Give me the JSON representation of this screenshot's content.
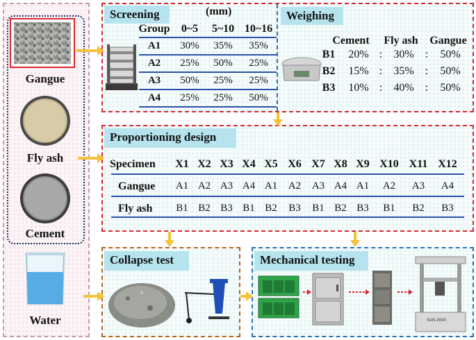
{
  "left_panel": {
    "gangue_label": "Gangue",
    "flyash_label": "Fly ash",
    "cement_label": "Cement",
    "water_label": "Water"
  },
  "screening": {
    "title": "Screening",
    "unit": "(mm)",
    "headers": [
      "Group",
      "0~5",
      "5~10",
      "10~16"
    ],
    "rows": [
      [
        "A1",
        "30%",
        "35%",
        "35%"
      ],
      [
        "A2",
        "25%",
        "50%",
        "25%"
      ],
      [
        "A3",
        "50%",
        "25%",
        "25%"
      ],
      [
        "A4",
        "25%",
        "25%",
        "50%"
      ]
    ]
  },
  "weighing": {
    "title": "Weighing",
    "headers": [
      "Cement",
      "Fly ash",
      "Gangue"
    ],
    "rows": [
      [
        "B1",
        "20%",
        ":",
        "30%",
        ":",
        "50%"
      ],
      [
        "B2",
        "15%",
        ":",
        "35%",
        ":",
        "50%"
      ],
      [
        "B3",
        "10%",
        ":",
        "40%",
        ":",
        "50%"
      ]
    ]
  },
  "proportioning": {
    "title": "Proportioning design",
    "specimen_label": "Specimen",
    "specimens": [
      "X1",
      "X2",
      "X3",
      "X4",
      "X5",
      "X6",
      "X7",
      "X8",
      "X9",
      "X10",
      "X11",
      "X12"
    ],
    "gangue_label": "Gangue",
    "gangue": [
      "A1",
      "A2",
      "A3",
      "A4",
      "A1",
      "A2",
      "A3",
      "A4",
      "A1",
      "A2",
      "A3",
      "A4"
    ],
    "flyash_label": "Fly ash",
    "flyash": [
      "B1",
      "B2",
      "B3",
      "B1",
      "B2",
      "B3",
      "B1",
      "B2",
      "B3",
      "B1",
      "B2",
      "B3"
    ]
  },
  "collapse": {
    "title": "Collapse test"
  },
  "mechanical": {
    "title": "Mechanical testing",
    "machine_label": "SAN-2000"
  },
  "colors": {
    "red_dash": "#d8262c",
    "blue_dash": "#2a6fb5",
    "orange_dash": "#b5651d",
    "navy_dot": "#1f2a5e",
    "pink_dash": "#c79aae",
    "arrow": "#f5c23a",
    "table_line": "#2b4fa8",
    "tag_bg": "#b6e4ee"
  }
}
